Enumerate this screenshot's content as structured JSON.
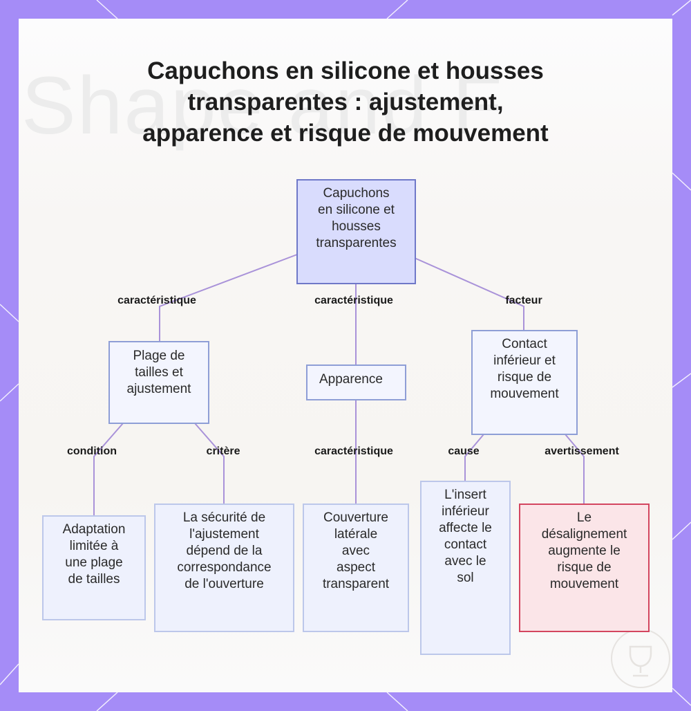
{
  "title_lines": [
    "Capuchons en silicone et housses",
    "transparentes : ajustement,",
    "apparence et risque de mouvement"
  ],
  "background_text": "Shape and F",
  "colors": {
    "frame": "#a58cf7",
    "root_fill": "#d9dcfd",
    "node_fill": "#eef1fd",
    "edge": "#a992d9",
    "warn_border": "#d3455f",
    "warn_fill": "#fbe5e8"
  },
  "nodes": {
    "root": [
      "Capuchons",
      "en silicone et",
      "housses",
      "transparentes"
    ],
    "size_fit": [
      "Plage de",
      "tailles et",
      "ajustement"
    ],
    "appearance": [
      "Apparence"
    ],
    "contact": [
      "Contact",
      "inférieur et",
      "risque de",
      "mouvement"
    ],
    "adaptation": [
      "Adaptation",
      "limitée à",
      "une plage",
      "de tailles"
    ],
    "security": [
      "La sécurité de",
      "l'ajustement",
      "dépend de la",
      "correspondance",
      "de l'ouverture"
    ],
    "coverage": [
      "Couverture",
      "latérale",
      "avec",
      "aspect",
      "transparent"
    ],
    "insert": [
      "L'insert",
      "inférieur",
      "affecte le",
      "contact",
      "avec le",
      "sol"
    ],
    "misalignment": [
      "Le",
      "désalignement",
      "augmente le",
      "risque de",
      "mouvement"
    ]
  },
  "edges": {
    "root_size_fit": "caractéristique",
    "root_appearance": "caractéristique",
    "root_contact": "facteur",
    "size_fit_adaptation": "condition",
    "size_fit_security": "critère",
    "appearance_coverage": "caractéristique",
    "contact_insert": "cause",
    "contact_misalignment": "avertissement"
  }
}
